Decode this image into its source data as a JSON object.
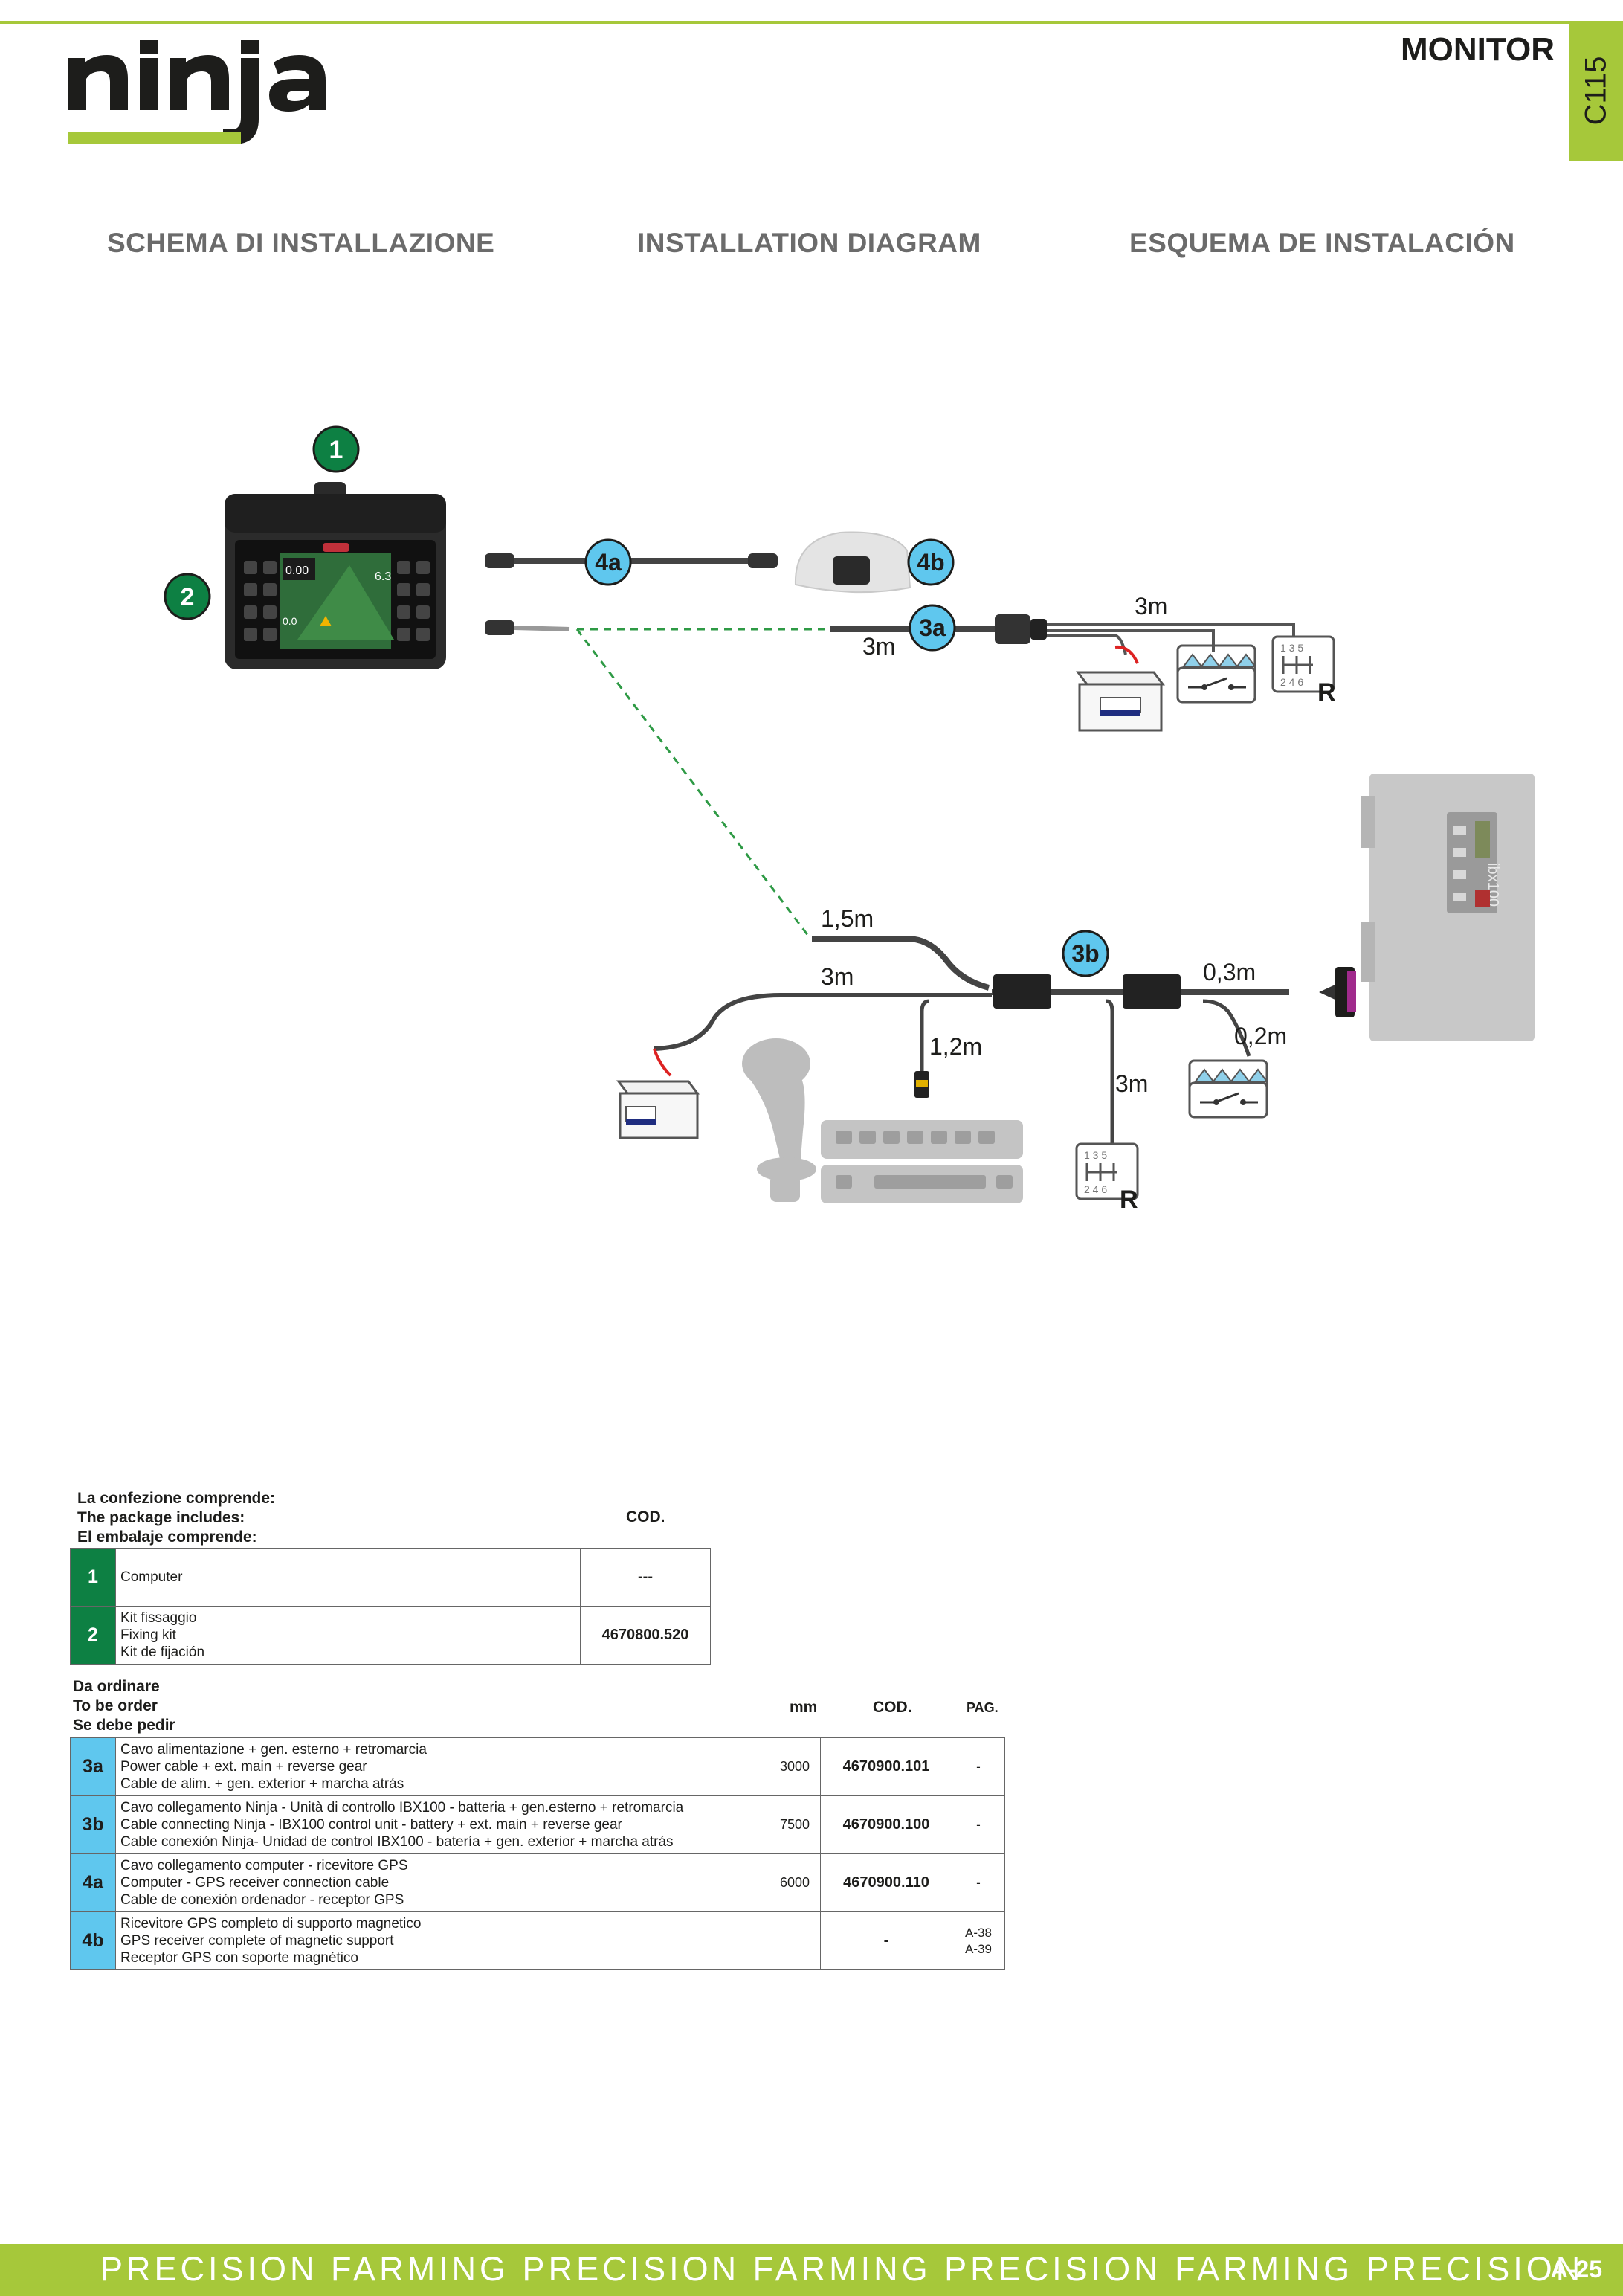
{
  "header": {
    "brand": "ninja",
    "section": "MONITOR",
    "tab_code": "C115"
  },
  "headings": {
    "it": "SCHEMA DI INSTALLAZIONE",
    "en": "INSTALLATION DIAGRAM",
    "es": "ESQUEMA DE INSTALACIÓN"
  },
  "diagram": {
    "markers": [
      "1",
      "2",
      "4a",
      "4b",
      "3a",
      "3b"
    ],
    "lengths": {
      "a_3m_top": "3m",
      "a_3m_low": "3m",
      "b_15m": "1,5m",
      "b_3m_left": "3m",
      "b_03m": "0,3m",
      "b_12m": "1,2m",
      "b_02m": "0,2m",
      "b_3m_down": "3m"
    },
    "gear": {
      "top": "1 3 5",
      "bottom": "2 4 6",
      "reverse": "R"
    },
    "screen": {
      "v1": "0.00",
      "v2": "6.3",
      "v3": "0.0"
    },
    "ibx_label": "ibx100"
  },
  "package": {
    "title_it": "La confezione comprende:",
    "title_en": "The package includes:",
    "title_es": "El embalaje comprende:",
    "col_cod": "COD.",
    "rows": [
      {
        "num": "1",
        "desc": [
          "Computer"
        ],
        "code": "---"
      },
      {
        "num": "2",
        "desc": [
          "Kit fissaggio",
          "Fixing kit",
          "Kit de fijación"
        ],
        "code": "4670800.520"
      }
    ]
  },
  "order": {
    "title_it": "Da ordinare",
    "title_en": "To be order",
    "title_es": "Se debe pedir",
    "col_mm": "mm",
    "col_cod": "COD.",
    "col_pag": "PAG.",
    "rows": [
      {
        "num": "3a",
        "desc": [
          "Cavo alimentazione + gen. esterno + retromarcia",
          "Power cable + ext. main + reverse gear",
          "Cable de alim. + gen. exterior + marcha atrás"
        ],
        "mm": "3000",
        "code": "4670900.101",
        "pag": [
          "-"
        ]
      },
      {
        "num": "3b",
        "desc": [
          "Cavo collegamento Ninja - Unità di controllo IBX100 - batteria + gen.esterno + retromarcia",
          "Cable connecting Ninja - IBX100 control unit - battery + ext. main + reverse gear",
          "Cable conexión Ninja- Unidad de control IBX100 - batería + gen. exterior + marcha atrás"
        ],
        "mm": "7500",
        "code": "4670900.100",
        "pag": [
          "-"
        ]
      },
      {
        "num": "4a",
        "desc": [
          "Cavo collegamento computer - ricevitore GPS",
          "Computer - GPS receiver connection cable",
          "Cable de conexión ordenador - receptor GPS"
        ],
        "mm": "6000",
        "code": "4670900.110",
        "pag": [
          "-"
        ]
      },
      {
        "num": "4b",
        "desc": [
          "Ricevitore GPS completo di supporto magnetico",
          "GPS receiver complete of magnetic support",
          "Receptor GPS con soporte magnético"
        ],
        "mm": "",
        "code": "-",
        "pag": [
          "A-38",
          "A-39"
        ]
      }
    ]
  },
  "footer": {
    "slogan": "PRECISION FARMING  PRECISION FARMING  PRECISION FARMING  PRECISION",
    "page": "A-25"
  },
  "colors": {
    "accent": "#a6c83a",
    "green_marker": "#0d8043",
    "blue_marker": "#5fc7ee"
  }
}
